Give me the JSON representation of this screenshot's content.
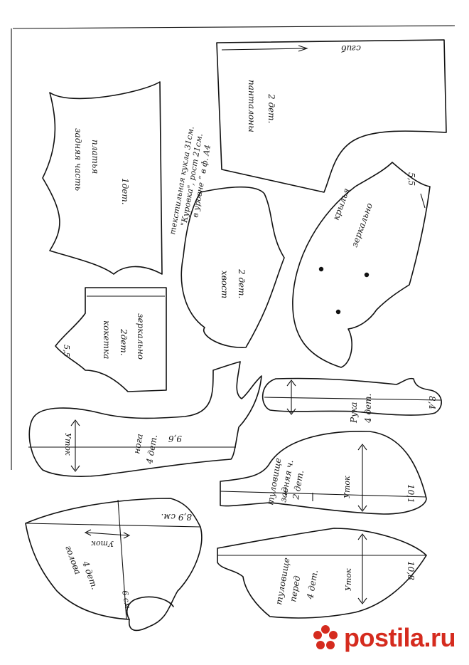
{
  "title": {
    "lines": [
      "текстильная кукла 31см.",
      "\"Куровка\", рост 21см.",
      "в уровне “ в ф. А4"
    ]
  },
  "pieces": {
    "pants": {
      "name": "панталоны",
      "count": "2 дет.",
      "fold": "сгиб"
    },
    "back": {
      "name": "задняя часть",
      "name2": "платья",
      "count": "1дет."
    },
    "jacket": {
      "name": "кокетка",
      "count": "2дет.",
      "note": "зеркально",
      "mark": "5,5"
    },
    "tail": {
      "name": "хвост",
      "count": "2 дет."
    },
    "wings": {
      "name": "крылья",
      "note": "зеркально",
      "mark": "5,5"
    },
    "leg": {
      "name": "нога",
      "count": "4 дет.",
      "grain": "Уток",
      "measure": "9,6"
    },
    "arm": {
      "name": "Рука",
      "count": "4 дет.",
      "measure": "8,4"
    },
    "body_back": {
      "name": "туловище",
      "name2": "задняя ч.",
      "count": "2 дет.",
      "grain": "Уток",
      "measure": "10,1"
    },
    "head": {
      "name": "голова",
      "count": "4 дет.",
      "grain": "Уток",
      "measure_top": "8,9 см.",
      "measure_side": "6 см."
    },
    "body_front": {
      "name": "туловище",
      "name2": "перед",
      "count": "4 дет.",
      "grain": "Уток",
      "measure": "10,8"
    }
  },
  "watermark": {
    "text": "postila.ru",
    "logo": "postila-flower-logo",
    "color": "#d52b1e"
  }
}
